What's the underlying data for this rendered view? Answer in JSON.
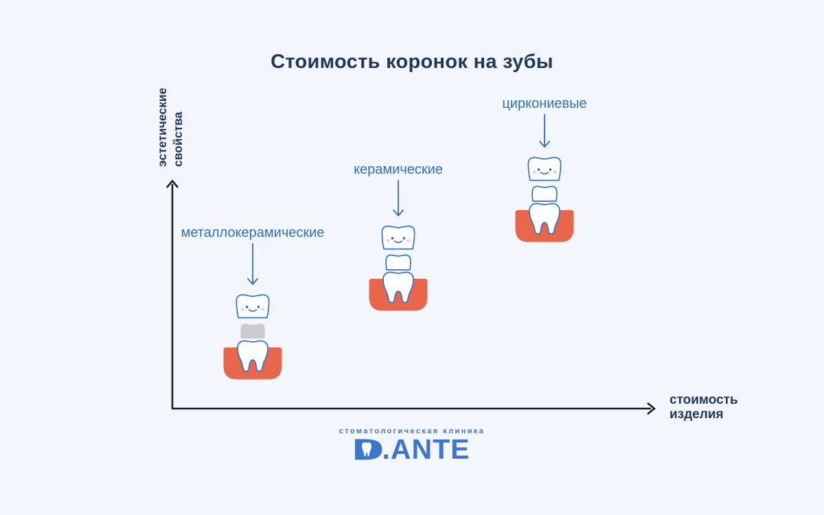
{
  "title": "Стоимость коронок на зубы",
  "axes": {
    "y_label_line1": "эстетические",
    "y_label_line2": "свойства",
    "x_label_line1": "стоимость",
    "x_label_line2": "изделия"
  },
  "items": [
    {
      "label": "металлокерамические",
      "cap_material": "metal",
      "rank": 1
    },
    {
      "label": "керамические",
      "cap_material": "ceramic",
      "rank": 2
    },
    {
      "label": "циркониевые",
      "cap_material": "ceramic",
      "rank": 3
    }
  ],
  "logo": {
    "tagline": "стоматологическая клиника",
    "wordmark": "D.ANTE",
    "wordmark_rest": ".ANTE"
  },
  "colors": {
    "background": "#f3f6fc",
    "heading-navy": "#20385e",
    "label-blue": "#2e6fc2",
    "outline-blue": "#3473c4",
    "eye-blue": "#2b5c9c",
    "cheek-pink": "#f6cad0",
    "tooth-white": "#fdfeff",
    "metal-gray": "#cbcbcb",
    "gum-orange": "#e8674c",
    "axis-black": "#1b1b1b",
    "logo-blue": "#3b77cf"
  }
}
